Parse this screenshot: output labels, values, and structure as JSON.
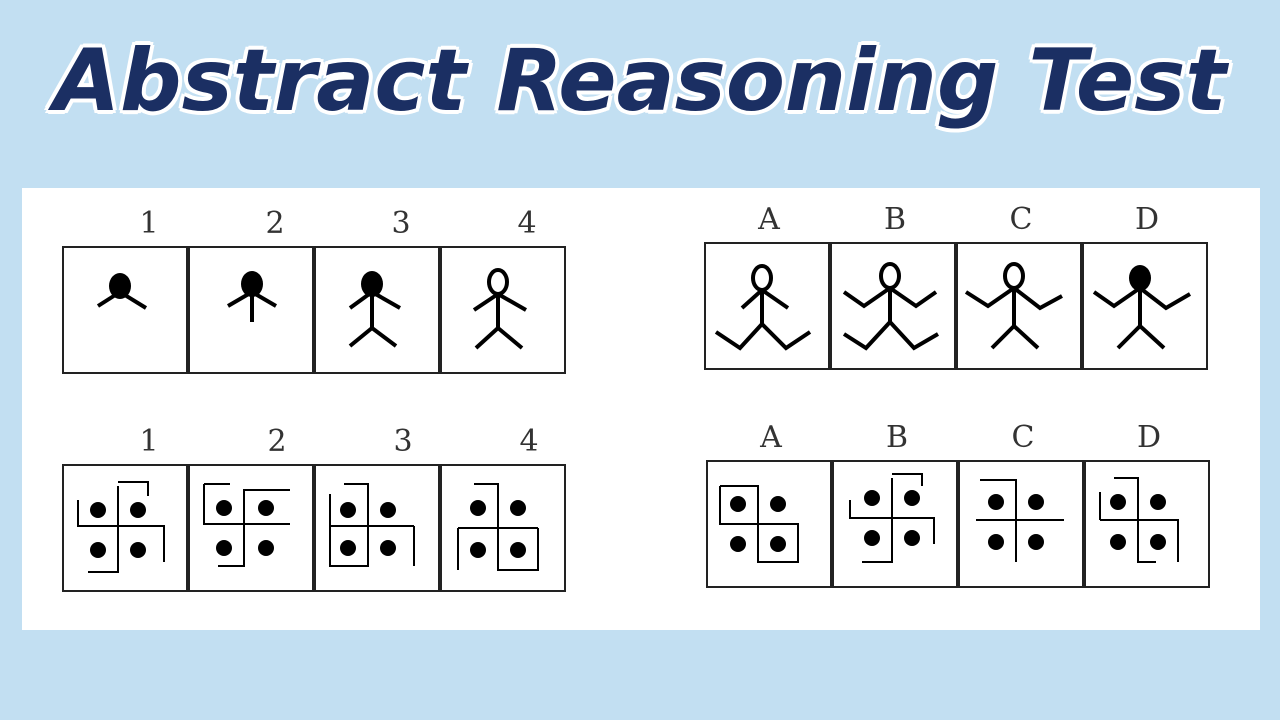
{
  "title": "Abstract Reasoning Test",
  "puzzles": [
    {
      "question_labels": [
        "1",
        "2",
        "3",
        "4"
      ],
      "answer_labels": [
        "A",
        "B",
        "C",
        "D"
      ],
      "question_figures": [
        "stick-figure-head-arms",
        "stick-figure-head-arms-torso",
        "stick-figure-head-arms-legs",
        "stick-figure-hollow-head-full"
      ],
      "answer_figures": [
        "stick-figure-hollow-head-bent-legs",
        "stick-figure-hollow-head-bent-arms-legs",
        "stick-figure-hollow-head-bent-arms",
        "stick-figure-filled-head-bent-arms"
      ]
    },
    {
      "question_labels": [
        "1",
        "2",
        "3",
        "4"
      ],
      "answer_labels": [
        "A",
        "B",
        "C",
        "D"
      ],
      "question_figures": [
        "four-dots-rotating-brackets",
        "four-dots-rotating-brackets",
        "four-dots-rotating-brackets",
        "four-dots-rotating-brackets"
      ],
      "answer_figures": [
        "four-dots-brackets-a",
        "four-dots-brackets-b",
        "four-dots-brackets-c",
        "four-dots-brackets-d"
      ]
    }
  ]
}
